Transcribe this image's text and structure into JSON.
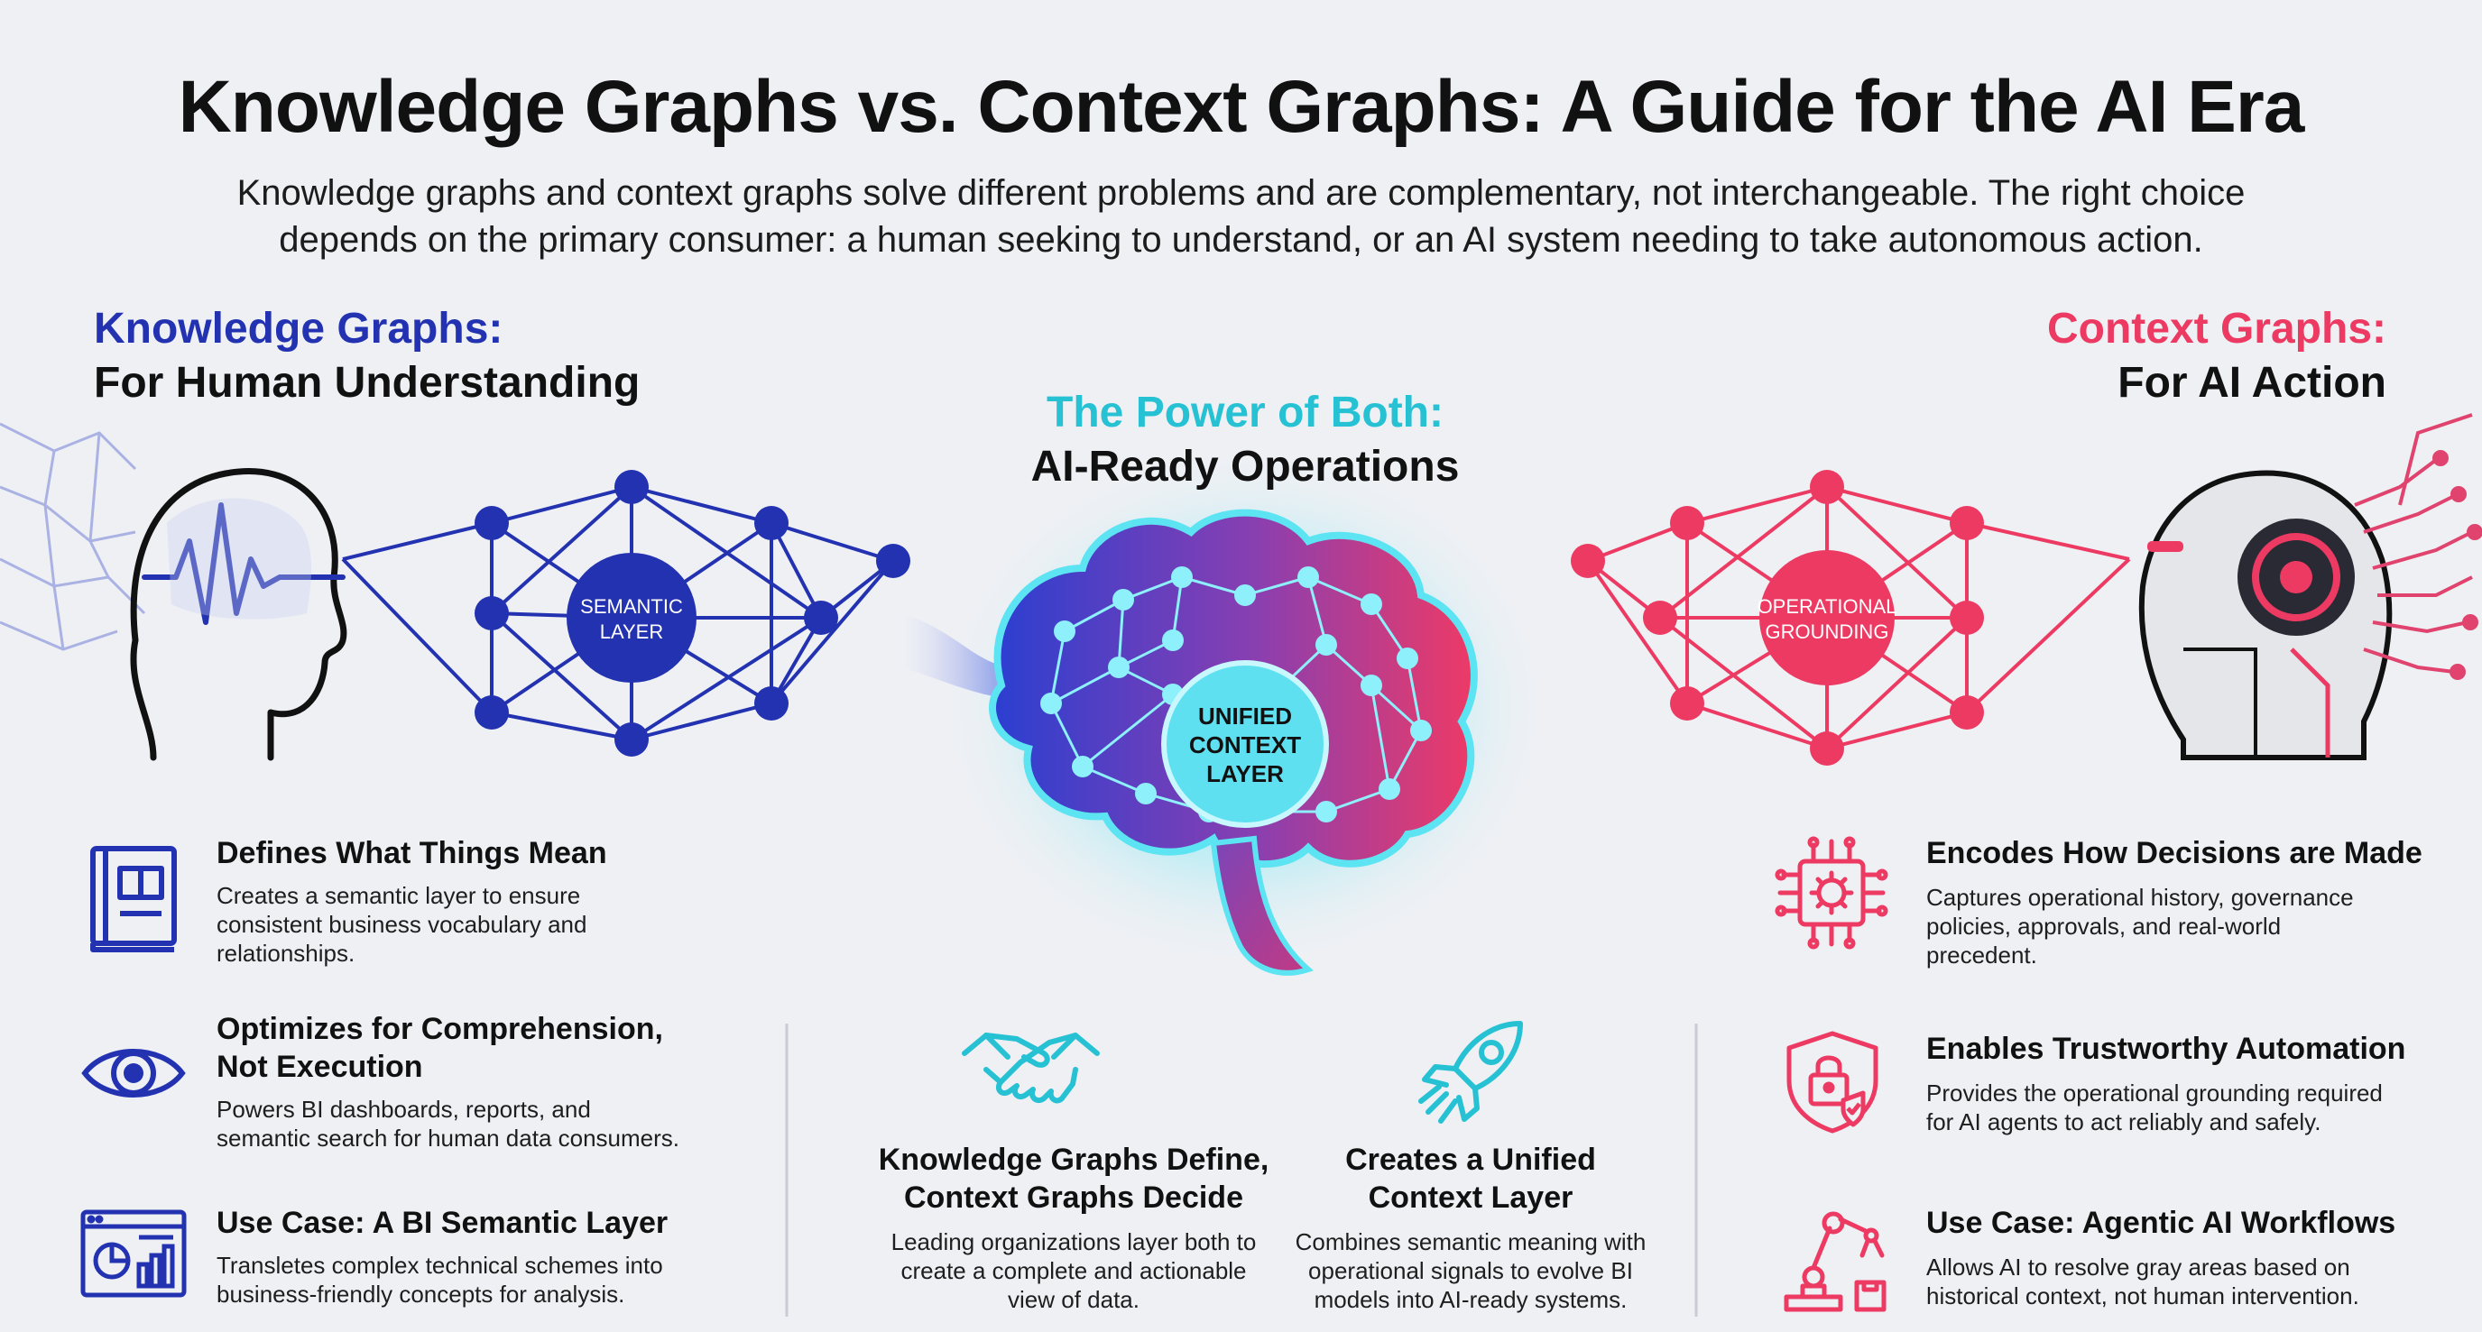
{
  "title": "Knowledge Graphs vs. Context Graphs: A Guide for the AI Era",
  "subtitle": {
    "line1": "Knowledge graphs and context graphs solve different problems and are complementary, not interchangeable. The right choice",
    "line2": "depends on the primary consumer: a human seeking to understand, or an AI system needing to take autonomous action."
  },
  "left": {
    "heading": "Knowledge Graphs:",
    "subheading": "For Human Understanding",
    "hub_label": {
      "line1": "SEMANTIC",
      "line2": "LAYER"
    },
    "features": [
      {
        "icon": "book-icon",
        "title": "Defines What Things Mean",
        "desc": [
          "Creates a semantic layer to ensure",
          "consistent business vocabulary and",
          "relationships."
        ]
      },
      {
        "icon": "eye-icon",
        "title": [
          "Optimizes for Comprehension,",
          "Not Execution"
        ],
        "desc": [
          "Powers BI dashboards, reports, and",
          "semantic search for human data consumers."
        ]
      },
      {
        "icon": "dashboard-icon",
        "title": "Use Case: A BI Semantic Layer",
        "desc": [
          "Transletes complex technical schemes into",
          "business-friendly concepts for analysis."
        ]
      }
    ]
  },
  "center": {
    "heading": "The Power of Both:",
    "subheading": "AI-Ready Operations",
    "hub_label": {
      "line1": "UNIFIED",
      "line2": "CONTEXT",
      "line3": "LAYER"
    },
    "features": [
      {
        "icon": "handshake-icon",
        "title": [
          "Knowledge Graphs Define,",
          "Context Graphs Decide"
        ],
        "desc": [
          "Leading organizations layer both to",
          "create a complete and actionable",
          "view of data."
        ]
      },
      {
        "icon": "rocket-icon",
        "title": [
          "Creates a Unified",
          "Context Layer"
        ],
        "desc": [
          "Combines semantic meaning with",
          "operational signals to evolve BI",
          "models into AI-ready systems."
        ]
      }
    ]
  },
  "right": {
    "heading": "Context Graphs:",
    "subheading": "For AI Action",
    "hub_label": {
      "line1": "OPERATIONAL",
      "line2": "GROUNDING"
    },
    "features": [
      {
        "icon": "chip-gear-icon",
        "title": "Encodes How Decisions are Made",
        "desc": [
          "Captures operational history, governance",
          "policies, approvals, and real-world",
          "precedent."
        ]
      },
      {
        "icon": "lock-shield-icon",
        "title": "Enables Trustworthy Automation",
        "desc": [
          "Provides the operational grounding required",
          "for AI agents to act reliably and safely."
        ]
      },
      {
        "icon": "robot-arm-icon",
        "title": "Use Case: Agentic AI Workflows",
        "desc": [
          "Allows AI to resolve gray areas based on",
          "historical context, not human intervention."
        ]
      }
    ]
  },
  "colors": {
    "blue": "#2332b0",
    "pink": "#ec3a63",
    "cyan": "#27c1d4",
    "text": "#111111"
  }
}
